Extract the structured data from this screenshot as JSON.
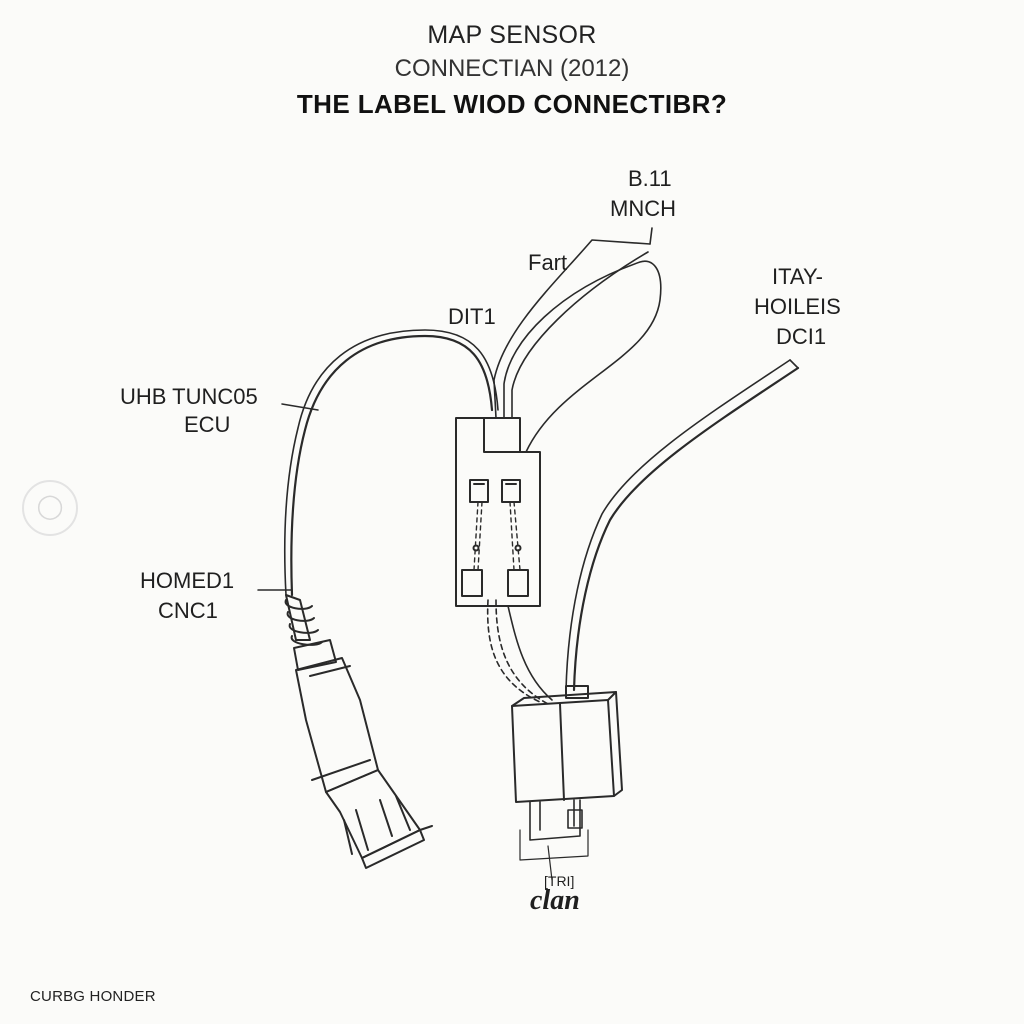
{
  "title": {
    "line1": "MAP SENSOR",
    "line2": "CONNECTIAN (2012)",
    "line3": "THE LABEL WIOD CONNECTIBR?"
  },
  "labels": {
    "b11": "B.11",
    "mnch": "MNCH",
    "fart": "Fart",
    "dit1": "DIT1",
    "itay": "ITAY-",
    "hoileis": "HOILEIS",
    "dci1": "DCI1",
    "uhb": "UHB TUNC05",
    "ecu": "ECU",
    "homed1": "HOMED1",
    "cnc1": "CNC1",
    "tri": "[TRI]",
    "clan": "clan"
  },
  "footer": "CURBG HONDER",
  "colors": {
    "line": "#2a2a2a",
    "background": "#fbfbf9"
  },
  "icons": {
    "corner": "ghost-circle-icon"
  }
}
